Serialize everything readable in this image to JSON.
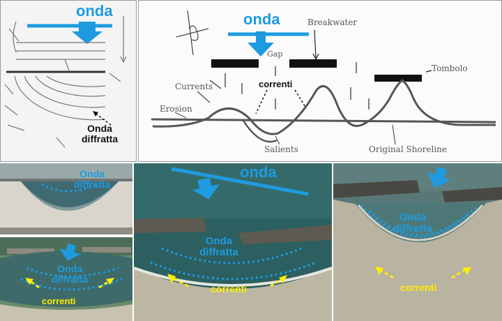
{
  "colors": {
    "wave_blue": "#1e9be0",
    "current_yellow": "#ffee00",
    "sketch_gray": "#555555",
    "sea_dark": "#2c5f60"
  },
  "panel_top_left": {
    "wave_label": "onda",
    "diffracted_label_line1": "Onda",
    "diffracted_label_line2": "diffratta"
  },
  "panel_top_right": {
    "wave_label": "onda",
    "breakwater_label": "Breakwater",
    "gap_label": "Gap",
    "tombolo_label": "Tombolo",
    "currents_label": "Currents",
    "correnti_label": "correnti",
    "erosion_label": "Erosion",
    "salient_label": "Salients",
    "original_shoreline_label": "Original Shoreline"
  },
  "photo_top_left": {
    "diffracted_label_line1": "Onda",
    "diffracted_label_line2": "diffratta"
  },
  "photo_bottom_left": {
    "diffracted_label_line1": "Onda",
    "diffracted_label_line2": "diffratta",
    "currents_label": "correnti"
  },
  "photo_center": {
    "wave_label": "onda",
    "diffracted_label_line1": "Onda",
    "diffracted_label_line2": "diffratta",
    "currents_label": "correnti"
  },
  "photo_right": {
    "diffracted_label_line1": "Onda",
    "diffracted_label_line2": "diffratta",
    "currents_label": "correnti"
  }
}
